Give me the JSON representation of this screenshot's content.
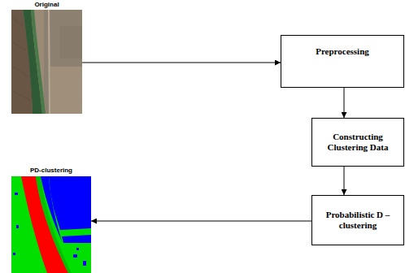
{
  "diagram": {
    "nodes": [
      {
        "text": [
          "Original"
        ]
      },
      {
        "text": [
          "Preprocessing"
        ]
      },
      {
        "text": [
          "Constructing Clustering Data"
        ]
      },
      {
        "text": [
          "Probabilistic D – clustering"
        ]
      },
      {
        "text": [
          "PD-clustering"
        ]
      }
    ],
    "edges": [
      {
        "from": 0,
        "to": 1,
        "arrow": "to"
      },
      {
        "from": 1,
        "to": 2,
        "arrow": "to"
      },
      {
        "from": 2,
        "to": 3,
        "arrow": "to"
      },
      {
        "from": 3,
        "to": 4,
        "arrow": "to"
      }
    ]
  }
}
